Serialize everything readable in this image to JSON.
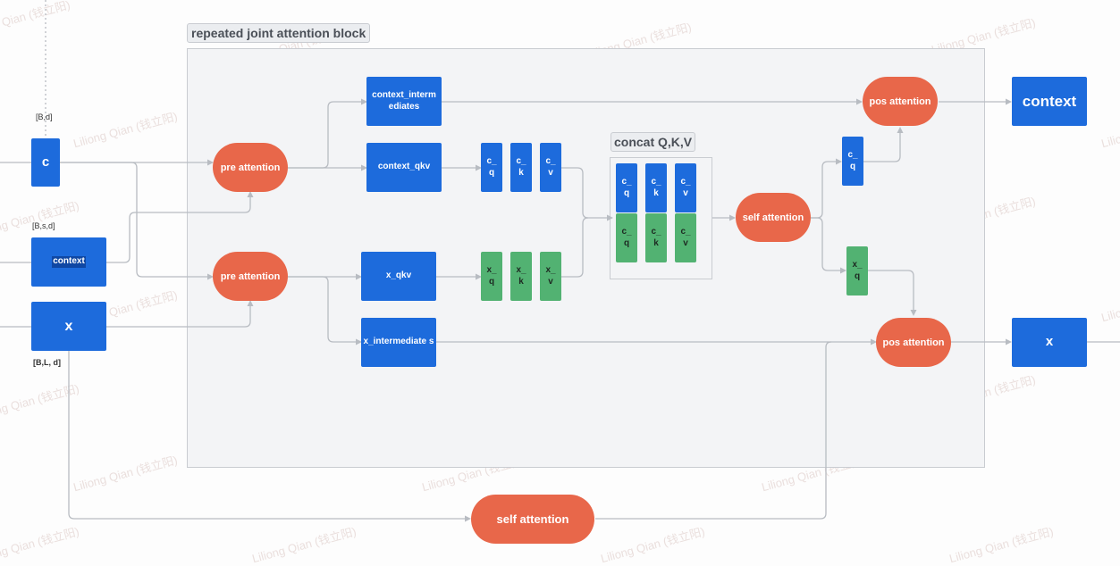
{
  "frame": {
    "title": "repeated joint attention block"
  },
  "concat": {
    "title": "concat Q,K,V"
  },
  "inputs": {
    "c": {
      "label": "c",
      "shape": "[B,d]"
    },
    "context": {
      "label": "context",
      "shape": "[B,s,d]"
    },
    "x": {
      "label": "x",
      "shape": "[B,L, d]"
    }
  },
  "nodes": {
    "pre_attention_top": "pre attention",
    "pre_attention_bottom": "pre attention",
    "context_intermediates": "context_interm ediates",
    "context_qkv": "context_qkv",
    "x_qkv": "x_qkv",
    "x_intermediates": "x_intermediate s",
    "c_q": "c_ q",
    "c_k": "c_ k",
    "c_v": "c_ v",
    "x_q": "x_ q",
    "x_k": "x_ k",
    "x_v": "x_ v",
    "concat_c_q": "c_ q",
    "concat_c_k": "c_ k",
    "concat_c_v": "c_ v",
    "concat_x_q": "c_ q",
    "concat_x_k": "c_ k",
    "concat_x_v": "c_ v",
    "self_attention_inner": "self attention",
    "out_c_q": "c_ q",
    "out_x_q": "x_ q",
    "pos_attention_top": "pos attention",
    "pos_attention_bottom": "pos attention",
    "self_attention_outer": "self attention"
  },
  "outputs": {
    "context": "context",
    "x": "x"
  },
  "watermark": "Liliong Qian (钱立阳)",
  "colors": {
    "blue": "#1d6bdc",
    "green": "#52b272",
    "orange": "#e8674a",
    "wire": "#b8bcc2"
  }
}
